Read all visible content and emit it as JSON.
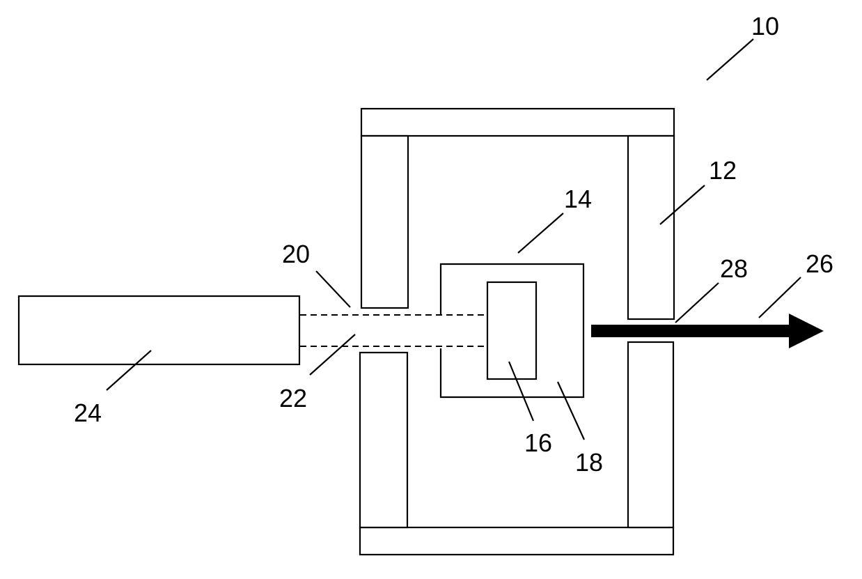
{
  "labels": {
    "system": "10",
    "magnet": "12",
    "target_assembly": "14",
    "target": "16",
    "housing": "18",
    "bore_upper": "20",
    "bore_lower": "22",
    "source": "24",
    "output": "26",
    "exit_aperture": "28"
  },
  "colors": {
    "stroke": "#000000",
    "fill": "#ffffff",
    "beam": "#000000"
  }
}
